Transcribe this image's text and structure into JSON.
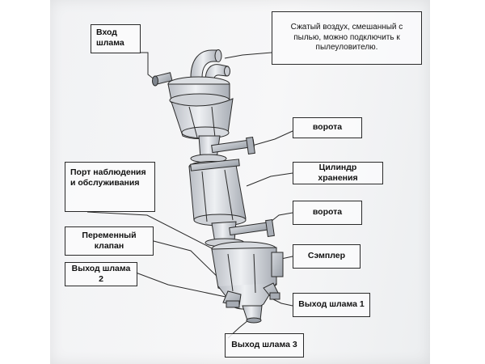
{
  "labels": {
    "sludge_inlet": "Вход шлама",
    "compressed_air": "Сжатый воздух, смешанный с пылью, можно подключить к пылеуловителю.",
    "gate_top": "ворота",
    "storage_cylinder": "Цилиндр хранения",
    "inspection_port": "Порт наблюдения и обслуживания",
    "gate_bottom": "ворота",
    "switch_valve": "Переменный клапан",
    "sampler": "Сэмплер",
    "sludge_outlet_2": "Выход шлама 2",
    "sludge_outlet_1": "Выход шлама 1",
    "sludge_outlet_3": "Выход шлама 3"
  },
  "colors": {
    "line": "#2a2a2a",
    "metal_light": "#e4e6ea",
    "metal_mid": "#c9ccd2",
    "metal_dark": "#9ea3ab"
  }
}
